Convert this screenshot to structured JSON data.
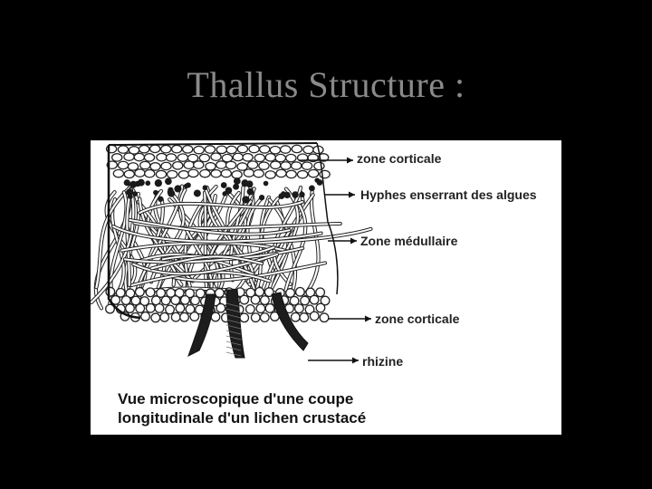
{
  "slide": {
    "title": "Thallus Structure :"
  },
  "figure": {
    "labels": {
      "upper_cortex": "zone corticale",
      "algal_layer": "Hyphes enserrant des algues",
      "medulla": "Zone médullaire",
      "lower_cortex": "zone corticale",
      "rhizine": "rhizine"
    },
    "caption": {
      "line1": "Vue microscopique d'une coupe",
      "line2": "longitudinale d'un lichen crustacé"
    }
  }
}
